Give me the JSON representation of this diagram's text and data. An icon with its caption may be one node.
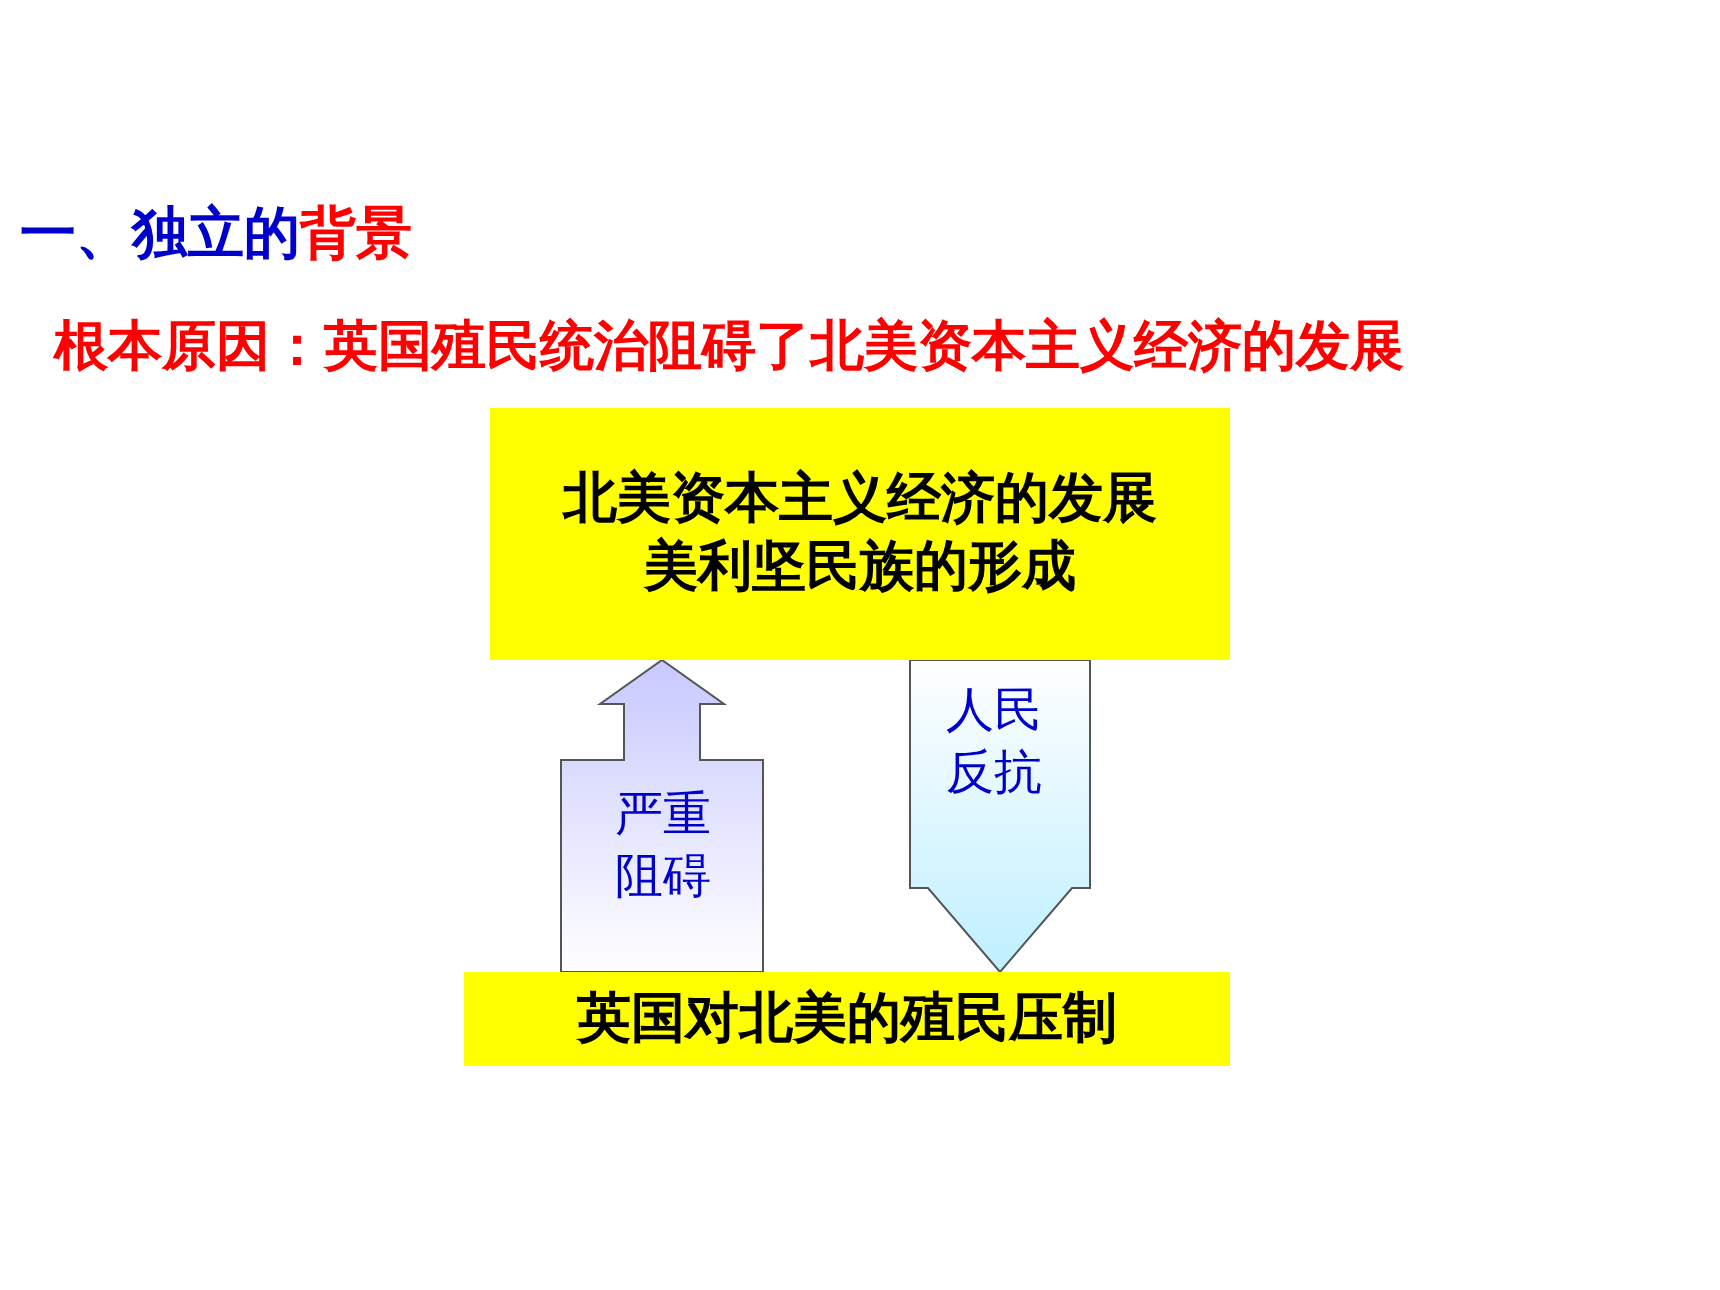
{
  "diagram": {
    "title": "一、独立的背景",
    "nodes": [
      {
        "text": [
          "北美资本主义经济的发展",
          "美利坚民族的形成"
        ]
      },
      {
        "text": [
          "英国对北美的殖民压制"
        ]
      }
    ],
    "edges": [
      {
        "from": 1,
        "to": 0,
        "arrow": "to",
        "label": "严重阻碍"
      },
      {
        "from": 0,
        "to": 1,
        "arrow": "to",
        "label": "人民反抗"
      }
    ],
    "labels": [
      "根本原因：英国殖民统治阻碍了北美资本主义经济的发展"
    ]
  }
}
